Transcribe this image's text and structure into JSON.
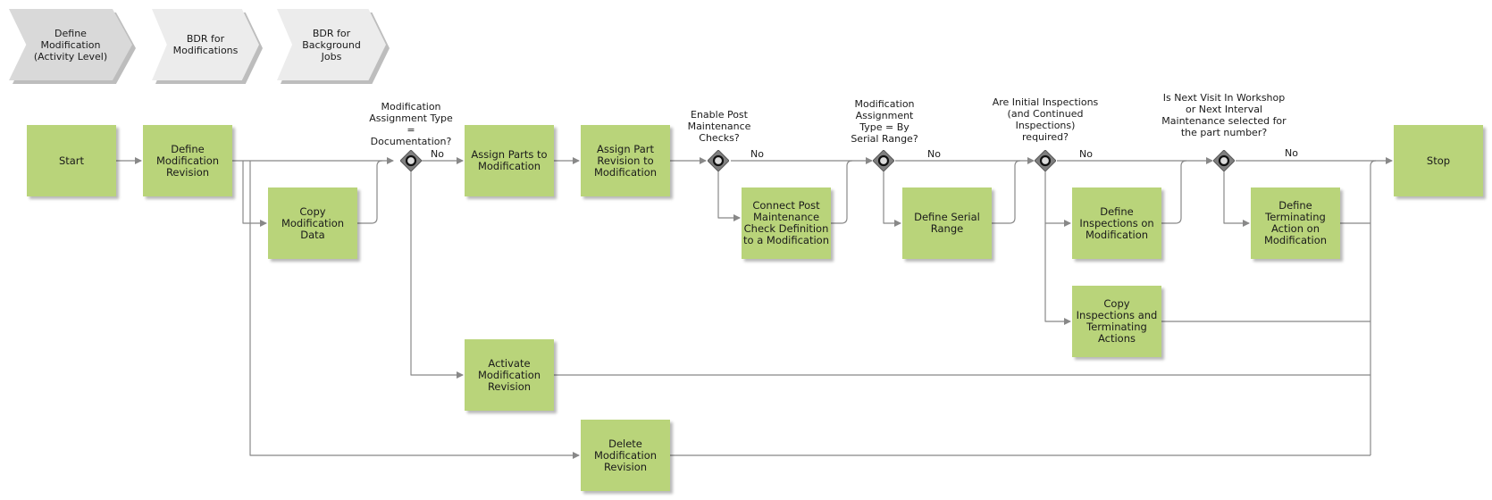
{
  "nav": [
    {
      "label": "Define\nModification\n(Activity Level)",
      "color": "#d9d9d9"
    },
    {
      "label": "BDR for\nModifications",
      "color": "#ececec"
    },
    {
      "label": "BDR for\nBackground\nJobs",
      "color": "#ececec"
    }
  ],
  "nodes": {
    "start": "Start",
    "define_revision": "Define\nModification\nRevision",
    "copy_data": "Copy\nModification\nData",
    "assign_parts": "Assign Parts to\nModification",
    "assign_part_revision": "Assign Part\nRevision to\nModification",
    "connect_post": "Connect Post\nMaintenance\nCheck Definition\nto a Modification",
    "define_serial": "Define Serial\nRange",
    "define_inspections": "Define\nInspections on\nModification",
    "copy_inspections": "Copy\nInspections and\nTerminating\nActions",
    "define_terminating": "Define\nTerminating\nAction on\nModification",
    "activate_revision": "Activate\nModification\nRevision",
    "delete_revision": "Delete\nModification\nRevision",
    "stop": "Stop"
  },
  "gateways": {
    "g1": "Modification\nAssignment Type\n=\nDocumentation?",
    "g2": "Enable Post\nMaintenance\nChecks?",
    "g3": "Modification\nAssignment\nType = By\nSerial Range?",
    "g4": "Are Initial Inspections\n(and Continued\nInspections)\nrequired?",
    "g5": "Is Next Visit In Workshop\nor Next Interval\nMaintenance selected for\nthe part number?"
  },
  "branch_label": "No",
  "colors": {
    "activity": "#b9d47a",
    "gateway": "#7f7f7f",
    "connector": "#888888"
  }
}
